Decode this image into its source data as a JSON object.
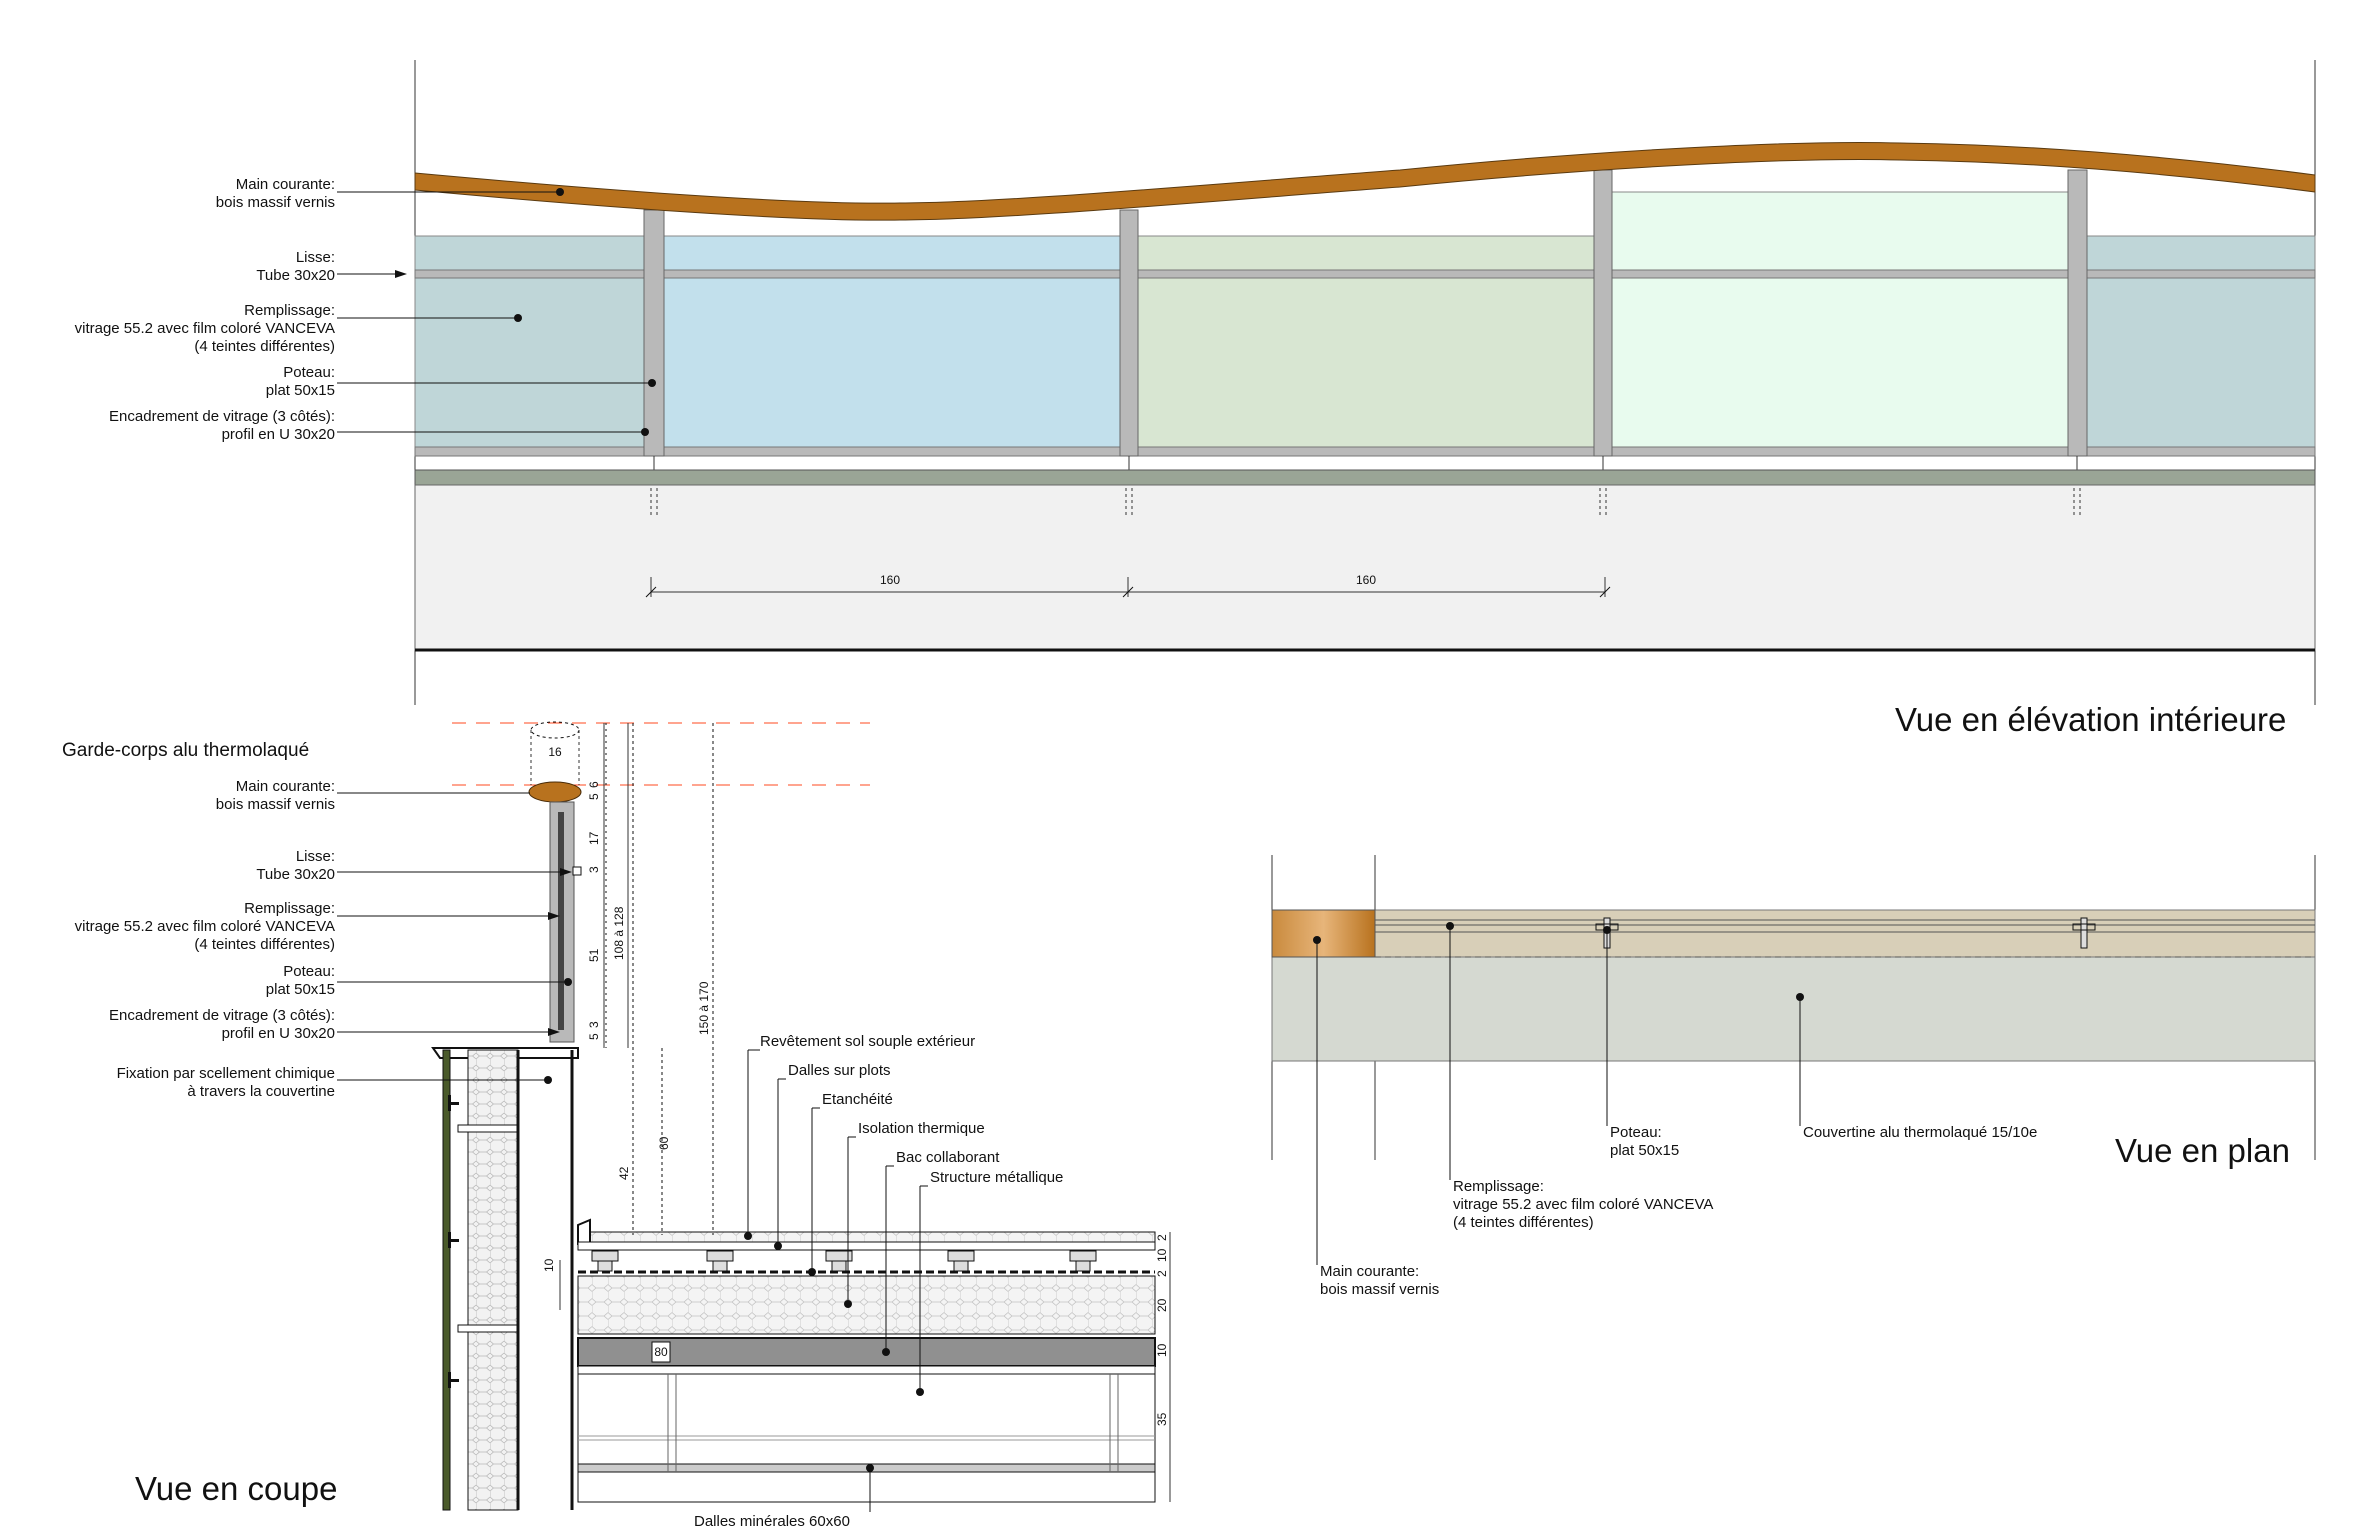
{
  "colors": {
    "handrail": "#b8721e",
    "glass_1": "#bfd6d8",
    "glass_2": "#c2e0ec",
    "glass_3": "#d8e6d2",
    "glass_4": "#e8fbee",
    "post": "#b9b9b9",
    "coping": "#9aa596",
    "wall": "#f1f1f1",
    "plan_band": "#d8cfb8",
    "plan_coping": "#d5d9d1",
    "guide_red": "#ff4a1f"
  },
  "elevation": {
    "title": "Vue en élévation intérieure",
    "dim_1": "160",
    "dim_2": "160",
    "labels": {
      "main_courante_1": "Main courante:",
      "main_courante_2": "bois massif vernis",
      "lisse_1": "Lisse:",
      "lisse_2": "Tube 30x20",
      "remplissage_1": "Remplissage:",
      "remplissage_2": "vitrage 55.2 avec film coloré VANCEVA",
      "remplissage_3": "(4 teintes différentes)",
      "poteau_1": "Poteau:",
      "poteau_2": "plat 50x15",
      "encadrement_1": "Encadrement de vitrage (3 côtés):",
      "encadrement_2": "profil en U 30x20"
    }
  },
  "section": {
    "title": "Vue en coupe",
    "subtitle": "Garde-corps alu thermolaqué",
    "labels": {
      "main_courante_1": "Main courante:",
      "main_courante_2": "bois massif vernis",
      "lisse_1": "Lisse:",
      "lisse_2": "Tube 30x20",
      "remplissage_1": "Remplissage:",
      "remplissage_2": "vitrage 55.2 avec film coloré VANCEVA",
      "remplissage_3": "(4 teintes différentes)",
      "poteau_1": "Poteau:",
      "poteau_2": "plat 50x15",
      "encadrement_1": "Encadrement de vitrage (3 côtés):",
      "encadrement_2": "profil en U 30x20",
      "fixation_1": "Fixation par scellement chimique",
      "fixation_2": "à travers la couvertine",
      "revetement": "Revêtement sol souple extérieur",
      "dalles_plots": "Dalles sur plots",
      "etancheite": "Etanchéité",
      "isolation": "Isolation thermique",
      "bac": "Bac collaborant",
      "structure": "Structure métallique",
      "dalles_minerales": "Dalles minérales 60x60"
    },
    "dims": {
      "d16": "16",
      "d5": "5",
      "d6": "6",
      "d17": "17",
      "d3": "3",
      "d51": "51",
      "d5b": "5",
      "d3b": "3",
      "d108": "108 à 128",
      "d150": "150 à 170",
      "d42": "42",
      "d60": "60",
      "d10": "10",
      "d80": "80",
      "r2": "2",
      "r10": "10",
      "r2b": "2",
      "r20": "20",
      "r10b": "10",
      "r35": "35"
    }
  },
  "plan": {
    "title": "Vue en plan",
    "labels": {
      "poteau_1": "Poteau:",
      "poteau_2": "plat 50x15",
      "couvertine": "Couvertine alu thermolaqué 15/10e",
      "remplissage_1": "Remplissage:",
      "remplissage_2": "vitrage 55.2 avec film coloré VANCEVA",
      "remplissage_3": "(4 teintes différentes)",
      "main_courante_1": "Main courante:",
      "main_courante_2": "bois massif vernis"
    }
  }
}
